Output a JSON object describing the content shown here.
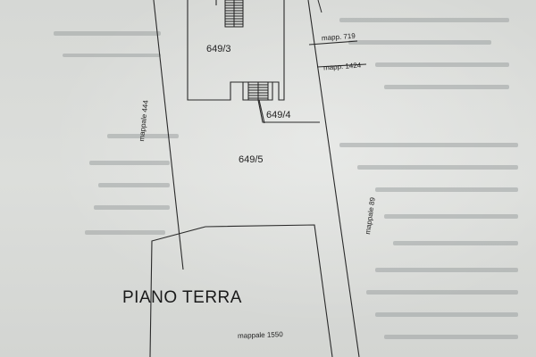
{
  "labels": {
    "parcel_649_3": "649/3",
    "parcel_649_4": "649/4",
    "parcel_649_5": "649/5",
    "mapp_719": "mapp. 719",
    "mapp_1424": "mapp. 1424",
    "mappale_444": "mappale 444",
    "mappale_89": "mappale 89",
    "mappale_1550": "mappale 1550",
    "floor_title": "PIANO TERRA"
  },
  "colors": {
    "paper": "#d9dbd8",
    "ink": "#222222",
    "bleed_through": "#9ea3a3"
  }
}
